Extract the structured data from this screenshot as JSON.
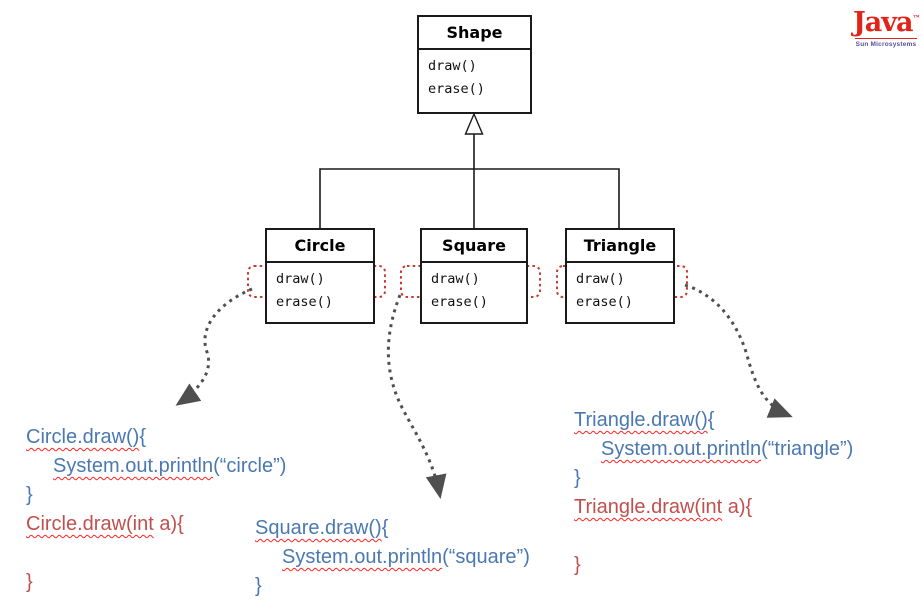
{
  "logo": {
    "brand": "Java",
    "tm": "™",
    "subtitle": "Sun Microsystems"
  },
  "uml_classes": [
    {
      "name": "Shape",
      "methods": [
        "draw()",
        "erase()"
      ],
      "highlighted_method": null
    },
    {
      "name": "Circle",
      "methods": [
        "draw()",
        "erase()"
      ],
      "highlighted_method": "draw()"
    },
    {
      "name": "Square",
      "methods": [
        "draw()",
        "erase()"
      ],
      "highlighted_method": "draw()"
    },
    {
      "name": "Triangle",
      "methods": [
        "draw()",
        "erase()"
      ],
      "highlighted_method": "draw()"
    }
  ],
  "code_blocks": [
    {
      "id": "circle-code",
      "lines": [
        {
          "color": "blue",
          "indent": false,
          "segments": [
            {
              "t": "Circle.draw()",
              "sq": true
            },
            {
              "t": "{",
              "sq": false
            }
          ]
        },
        {
          "color": "blue",
          "indent": true,
          "segments": [
            {
              "t": "System.out.println",
              "sq": true
            },
            {
              "t": "(“circle”)",
              "sq": false
            }
          ]
        },
        {
          "color": "blue",
          "indent": false,
          "segments": [
            {
              "t": "}",
              "sq": false
            }
          ]
        },
        {
          "color": "red",
          "indent": false,
          "segments": [
            {
              "t": "Circle.draw(int",
              "sq": true
            },
            {
              "t": " a){",
              "sq": false
            }
          ]
        },
        {
          "blank": true
        },
        {
          "color": "red",
          "indent": false,
          "segments": [
            {
              "t": "}",
              "sq": false
            }
          ]
        }
      ]
    },
    {
      "id": "square-code",
      "lines": [
        {
          "color": "blue",
          "indent": false,
          "segments": [
            {
              "t": "Square.draw()",
              "sq": true
            },
            {
              "t": "{",
              "sq": false
            }
          ]
        },
        {
          "color": "blue",
          "indent": true,
          "segments": [
            {
              "t": "System.out.println",
              "sq": true
            },
            {
              "t": "(“square”)",
              "sq": false
            }
          ]
        },
        {
          "color": "blue",
          "indent": false,
          "segments": [
            {
              "t": "}",
              "sq": false
            }
          ]
        }
      ]
    },
    {
      "id": "triangle-code",
      "lines": [
        {
          "color": "blue",
          "indent": false,
          "segments": [
            {
              "t": "Triangle.draw()",
              "sq": true
            },
            {
              "t": "{",
              "sq": false
            }
          ]
        },
        {
          "color": "blue",
          "indent": true,
          "segments": [
            {
              "t": "System.out.println",
              "sq": true
            },
            {
              "t": "(“triangle”)",
              "sq": false
            }
          ]
        },
        {
          "color": "blue",
          "indent": false,
          "segments": [
            {
              "t": "}",
              "sq": false
            }
          ]
        },
        {
          "color": "red",
          "indent": false,
          "segments": [
            {
              "t": "Triangle.draw(int",
              "sq": true
            },
            {
              "t": " a){",
              "sq": false
            }
          ]
        },
        {
          "blank": true
        },
        {
          "color": "red",
          "indent": false,
          "segments": [
            {
              "t": "}",
              "sq": false
            }
          ]
        }
      ]
    }
  ],
  "colors": {
    "code_blue": "#4a78b2",
    "code_red": "#c0504d",
    "squiggle_red": "#ff2222",
    "highlight_red": "#c23b2e",
    "arrow_gray": "#4f4f4f",
    "line_black": "#1a1a1a",
    "java_red": "#e2231a",
    "sun_blue": "#524fa1"
  }
}
